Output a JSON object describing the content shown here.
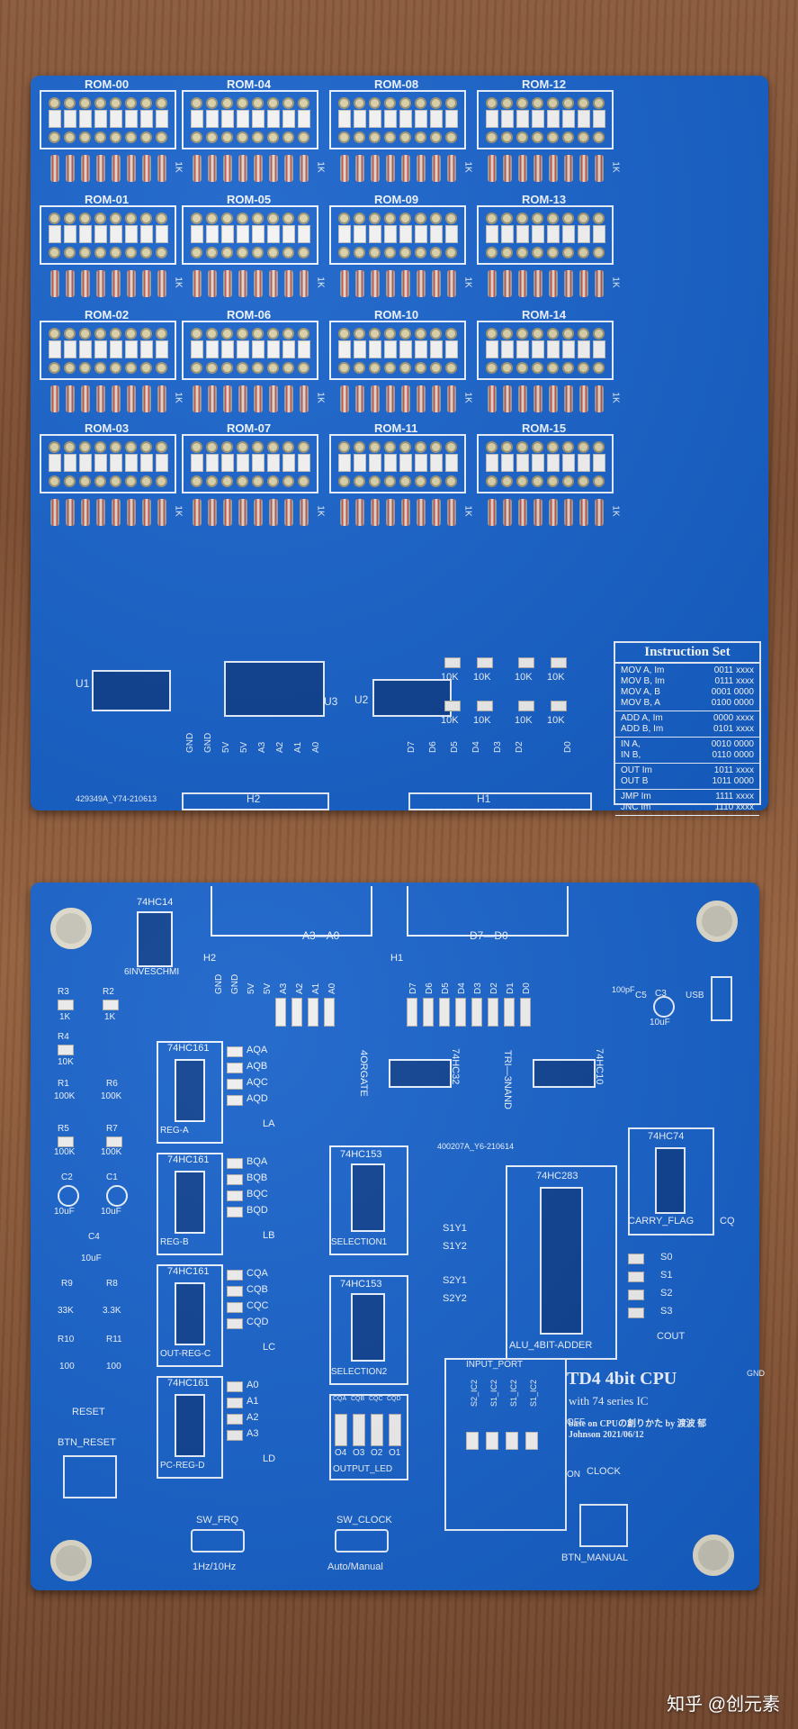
{
  "board1": {
    "rom_labels": [
      "ROM-00",
      "ROM-04",
      "ROM-08",
      "ROM-12",
      "ROM-01",
      "ROM-05",
      "ROM-09",
      "ROM-13",
      "ROM-02",
      "ROM-06",
      "ROM-10",
      "ROM-14",
      "ROM-03",
      "ROM-07",
      "ROM-11",
      "ROM-15"
    ],
    "resistor_1k": "1K",
    "resistor_10k": "10K",
    "chips": {
      "u1": "U1",
      "u2": "U2",
      "u3": "U3"
    },
    "h2_pins": [
      "GND",
      "GND",
      "5V",
      "5V",
      "A3",
      "A2",
      "A1",
      "A0"
    ],
    "h1_pins": [
      "D7",
      "D6",
      "D5",
      "D4",
      "D3",
      "D2",
      "D0"
    ],
    "h2": "H2",
    "h1": "H1",
    "serial": "429349A_Y74-210613",
    "instruction_set": {
      "title": "Instruction Set",
      "groups": [
        [
          [
            "MOV A, Im",
            "0011 xxxx"
          ],
          [
            "MOV B, Im",
            "0111 xxxx"
          ],
          [
            "MOV A, B",
            "0001 0000"
          ],
          [
            "MOV B, A",
            "0100 0000"
          ]
        ],
        [
          [
            "ADD A, Im",
            "0000 xxxx"
          ],
          [
            "ADD B, Im",
            "0101 xxxx"
          ]
        ],
        [
          [
            "IN    A,",
            "0010 0000"
          ],
          [
            "IN    B,",
            "0110 0000"
          ]
        ],
        [
          [
            "OUT Im",
            "1011 xxxx"
          ],
          [
            "OUT B",
            "1011 0000"
          ]
        ],
        [
          [
            "JMP Im",
            "1111 xxxx"
          ],
          [
            "JNC Im",
            "1110 xxxx"
          ]
        ]
      ]
    }
  },
  "board2": {
    "a_header": "A3—A0",
    "d_header": "D7—D0",
    "h2": "H2",
    "h1": "H1",
    "h2_pins": [
      "GND",
      "GND",
      "5V",
      "5V",
      "A3",
      "A2",
      "A1",
      "A0"
    ],
    "h1_pins": [
      "D7",
      "D6",
      "D5",
      "D4",
      "D3",
      "D2",
      "D1",
      "D0"
    ],
    "chip_74hc14": "74HC14",
    "sixinv": "6INVESCHMI",
    "r3": "R3",
    "r2": "R2",
    "r4": "R4",
    "r1": "R1",
    "r6": "R6",
    "r5": "R5",
    "r7": "R7",
    "v1k": "1K",
    "v10k": "10K",
    "v100k": "100K",
    "c2": "C2",
    "c1": "C1",
    "c4": "C4",
    "v10uf": "10uF",
    "r9": "R9",
    "r8": "R8",
    "v33k": "33K",
    "v33k2": "3.3K",
    "r10": "R10",
    "r11": "R11",
    "v100": "100",
    "reset": "RESET",
    "btn_reset": "BTN_RESET",
    "or_gate": "4ORGATE",
    "hc32": "74HC32",
    "nand": "TRI—3NAND",
    "hc10": "74HC10",
    "c5": "C5",
    "v100pf": "100pF",
    "c3": "C3",
    "usb": "USB",
    "serial": "400207A_Y6-210614",
    "reg_a": {
      "chip": "74HC161",
      "name": "REG-A",
      "outs": [
        "AQA",
        "AQB",
        "AQC",
        "AQD"
      ],
      "load": "LA"
    },
    "reg_b": {
      "chip": "74HC161",
      "name": "REG-B",
      "outs": [
        "BQA",
        "BQB",
        "BQC",
        "BQD"
      ],
      "load": "LB"
    },
    "out_c": {
      "chip": "74HC161",
      "name": "OUT-REG-C",
      "outs": [
        "CQA",
        "CQB",
        "CQC",
        "CQD"
      ],
      "load": "LC"
    },
    "pc_d": {
      "chip": "74HC161",
      "name": "PC-REG-D",
      "outs": [
        "A0",
        "A1",
        "A2",
        "A3"
      ],
      "load": "LD"
    },
    "sel1": {
      "chip": "74HC153",
      "name": "SELECTION1",
      "pins": [
        "S1Y1",
        "S1Y2"
      ]
    },
    "sel2": {
      "chip": "74HC153",
      "name": "SELECTION2",
      "pins": [
        "S2Y1",
        "S2Y2"
      ]
    },
    "alu": {
      "chip": "74HC283",
      "name": "ALU_4BIT-ADDER"
    },
    "carry": {
      "chip": "74HC74",
      "name": "CARRY_FLAG",
      "cq": "CQ"
    },
    "sel_pins": [
      "S0",
      "S1",
      "S2",
      "S3"
    ],
    "cout": "COUT",
    "input_port": "INPUT_PORT",
    "input_cols": [
      "S2_IC2",
      "S1_IC2",
      "S1_IC2",
      "S1_IC2"
    ],
    "off": "OFF",
    "on": "ON",
    "output_led": "OUTPUT_LED",
    "led_cols": [
      "CQA",
      "CQB",
      "CQC",
      "CQD"
    ],
    "led_nums": [
      "O4",
      "O3",
      "O2",
      "O1"
    ],
    "title": "TD4 4bit CPU",
    "subtitle": "with 74 series IC",
    "credit1": "base on CPUの創りかた by 渡波 郁",
    "credit2": "Johnson 2021/06/12",
    "gnd": "GND",
    "clock": "CLOCK",
    "btn_manual": "BTN_MANUAL",
    "sw_frq": "SW_FRQ",
    "frq_label": "1Hz/10Hz",
    "sw_clock": "SW_CLOCK",
    "clock_label": "Auto/Manual"
  },
  "watermark": "知乎 @创元素"
}
